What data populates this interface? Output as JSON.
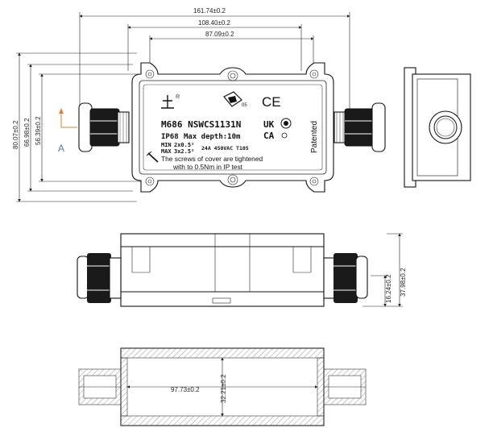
{
  "dimensions": {
    "overall_length": "161.74±0.2",
    "mid_length": "108.40±0.2",
    "hole_spacing": "87.09±0.2",
    "total_height": "80.07±0.2",
    "body_height": "66.98±0.2",
    "inner_height": "56.39±0.2",
    "side_height": "37.98±0.2",
    "base_height": "16.24±0.2",
    "inner_length": "97.73±0.2",
    "inner_width": "32.21±0.2"
  },
  "section_marker": "A",
  "label": {
    "logo_reg": "®",
    "cert_number": "05",
    "ce_mark": "CE",
    "model_line": "M686 NSWCS1131N",
    "ip_rating": "IP68",
    "depth": "Max depth:10m",
    "ukca_top": "UK",
    "ukca_bottom": "CA",
    "min_label": "MIN",
    "min_value": "2x0.5²",
    "max_label": "MAX",
    "max_value": "3x2.5²",
    "electrical": "24A 450VAC T105",
    "warning_line1": "The screws of cover are tightened",
    "warning_line2": "with to 0.5Nm in IP test",
    "patented": "Patented"
  }
}
